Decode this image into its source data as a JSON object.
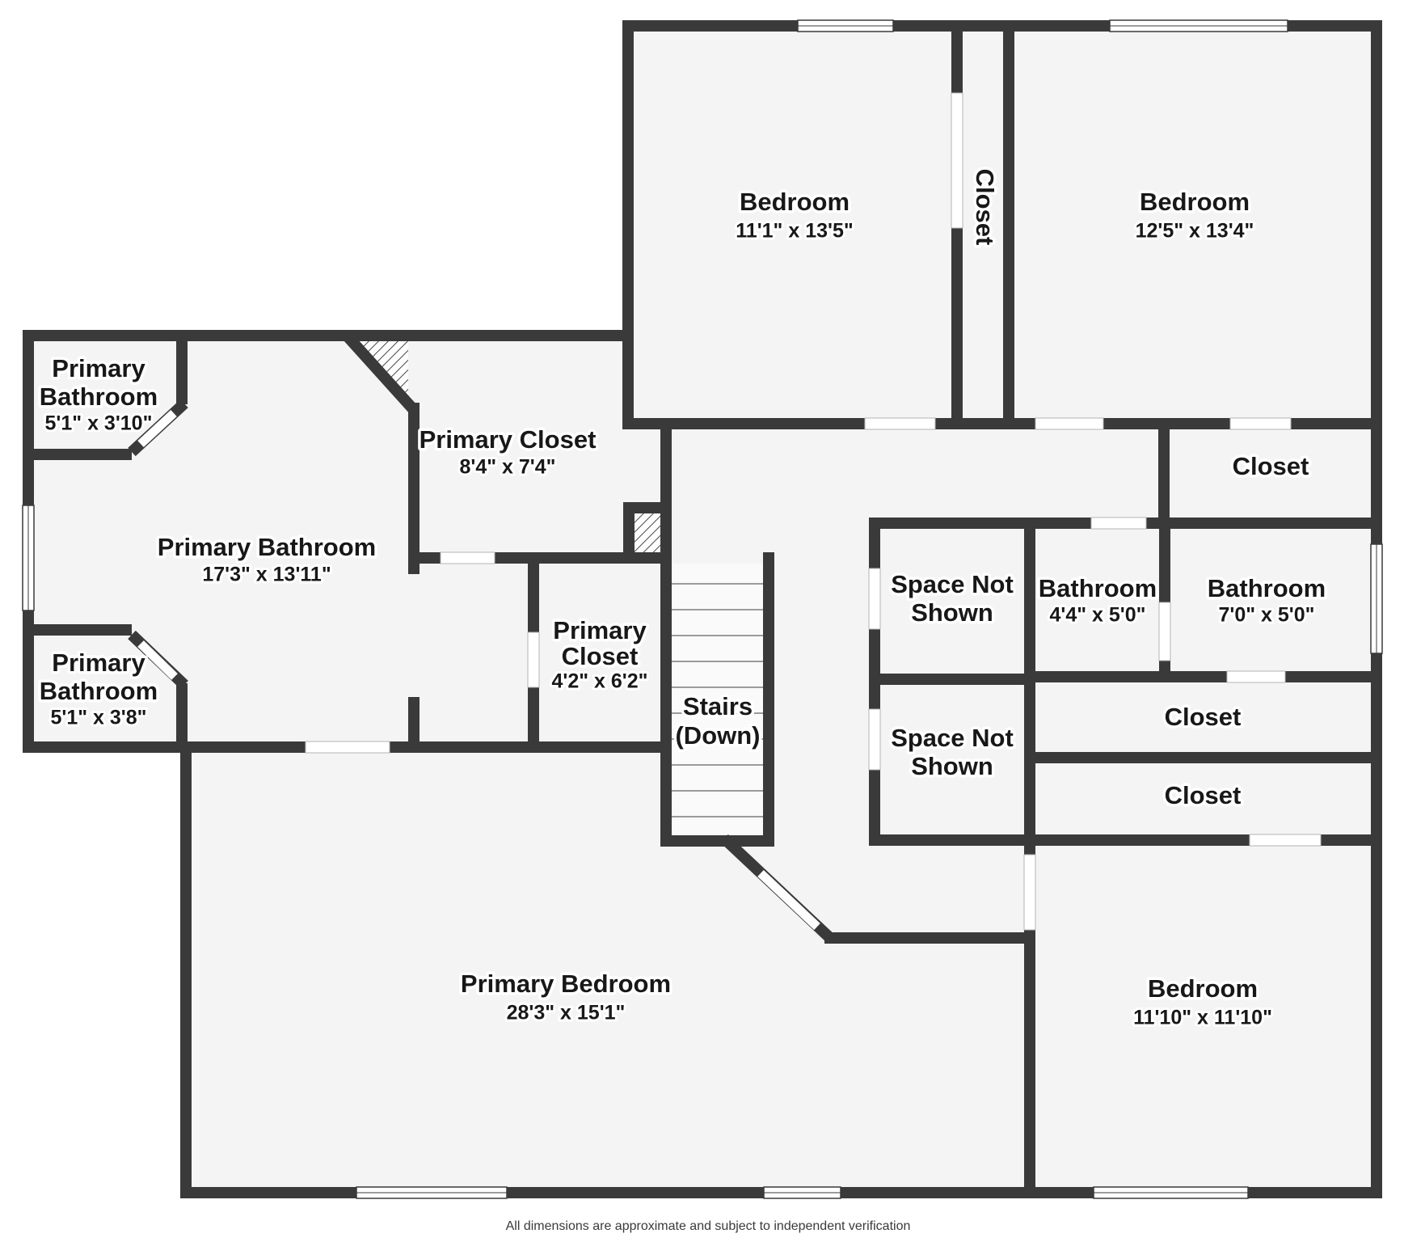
{
  "colors": {
    "wall": "#3a3a3a",
    "floor": "#f4f4f4",
    "door": "#ffffff",
    "background": "#ffffff"
  },
  "rooms": [
    {
      "id": "bedroom-top-left",
      "lines": [
        "Bedroom",
        "11'1\" x 13'5\""
      ]
    },
    {
      "id": "closet-between-bedrooms",
      "lines": [
        "Closet"
      ]
    },
    {
      "id": "bedroom-top-right",
      "lines": [
        "Bedroom",
        "12'5\" x 13'4\""
      ]
    },
    {
      "id": "primary-bathroom-small-top",
      "lines": [
        "Primary",
        "Bathroom",
        "5'1\" x 3'10\""
      ]
    },
    {
      "id": "primary-bathroom-main",
      "lines": [
        "Primary Bathroom",
        "17'3\" x 13'11\""
      ]
    },
    {
      "id": "primary-bathroom-small-bottom",
      "lines": [
        "Primary",
        "Bathroom",
        "5'1\" x 3'8\""
      ]
    },
    {
      "id": "primary-closet-large",
      "lines": [
        "Primary Closet",
        "8'4\" x 7'4\""
      ]
    },
    {
      "id": "primary-closet-small",
      "lines": [
        "Primary",
        "Closet",
        "4'2\" x 6'2\""
      ]
    },
    {
      "id": "stairs",
      "lines": [
        "Stairs",
        "(Down)"
      ]
    },
    {
      "id": "space-not-shown-upper",
      "lines": [
        "Space Not",
        "Shown"
      ]
    },
    {
      "id": "bathroom-small",
      "lines": [
        "Bathroom",
        "4'4\" x 5'0\""
      ]
    },
    {
      "id": "bathroom-large",
      "lines": [
        "Bathroom",
        "7'0\" x 5'0\""
      ]
    },
    {
      "id": "closet-top-right",
      "lines": [
        "Closet"
      ]
    },
    {
      "id": "space-not-shown-lower",
      "lines": [
        "Space Not",
        "Shown"
      ]
    },
    {
      "id": "closet-wide-upper",
      "lines": [
        "Closet"
      ]
    },
    {
      "id": "closet-wide-lower",
      "lines": [
        "Closet"
      ]
    },
    {
      "id": "primary-bedroom",
      "lines": [
        "Primary Bedroom",
        "28'3\" x 15'1\""
      ]
    },
    {
      "id": "bedroom-bottom-right",
      "lines": [
        "Bedroom",
        "11'10\" x 11'10\""
      ]
    }
  ],
  "footer": "All dimensions are approximate and subject to independent verification"
}
